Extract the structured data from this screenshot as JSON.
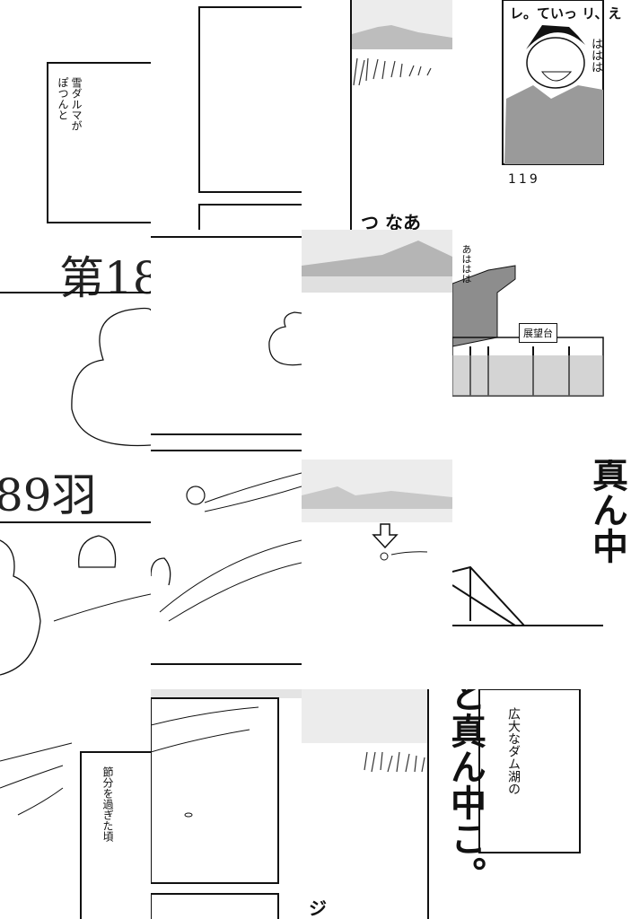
{
  "captions": {
    "snowman_alone": [
      "雪ダルマが",
      "ぽつんと"
    ],
    "setsubun": "節分を過ぎた頃",
    "dam_lake": [
      "広大なダム湖の"
    ],
    "middle_fragment": "と真ん中こ。",
    "middle_fragment_right": "真ん中"
  },
  "title": {
    "part1": "第18",
    "part2": "89羽"
  },
  "page_number": "119",
  "sfx": {
    "top_shout": "レ。ていっ リ、え",
    "laugh_right": "ははは",
    "laugh_small": "あははは",
    "naa": "つ なあ",
    "bottom_fragment": "ジ"
  },
  "sign": {
    "observation_deck": "展望台"
  },
  "colors": {
    "ink": "#111111",
    "screentone": "#d8d8d8",
    "paper": "#ffffff"
  }
}
